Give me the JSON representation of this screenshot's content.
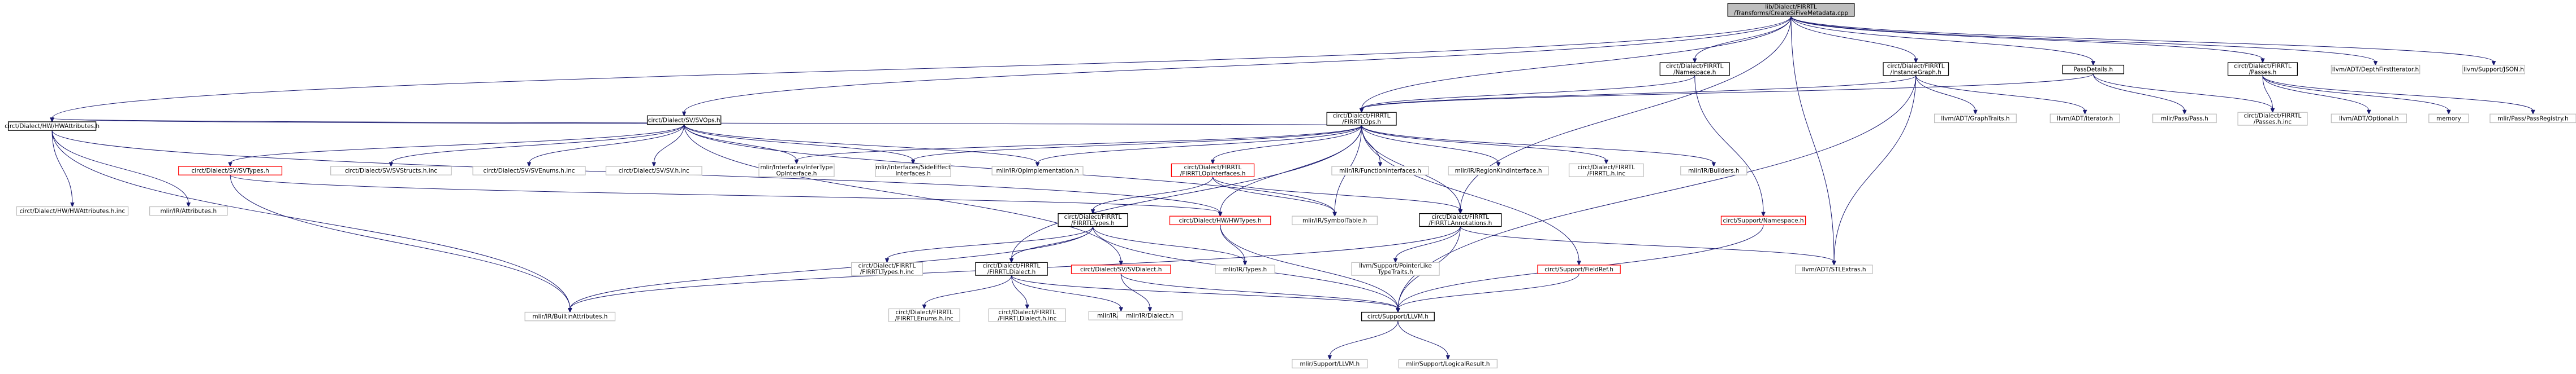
{
  "nodes": [
    {
      "id": "main",
      "lines": [
        "lib/Dialect/FIRRTL",
        "/Transforms/CreateSiFiveMetadata.cpp"
      ],
      "style": "main"
    },
    {
      "id": "hwattr",
      "lines": [
        "circt/Dialect/HW/HWAttributes.h"
      ],
      "style": "file"
    },
    {
      "id": "svops",
      "lines": [
        "circt/Dialect/SV/SVOps.h"
      ],
      "style": "file"
    },
    {
      "id": "namespace",
      "lines": [
        "circt/Dialect/FIRRTL",
        "/Namespace.h"
      ],
      "style": "file"
    },
    {
      "id": "instgraph",
      "lines": [
        "circt/Dialect/FIRRTL",
        "/InstanceGraph.h"
      ],
      "style": "file"
    },
    {
      "id": "passdetails",
      "lines": [
        "PassDetails.h"
      ],
      "style": "file"
    },
    {
      "id": "passes",
      "lines": [
        "circt/Dialect/FIRRTL",
        "/Passes.h"
      ],
      "style": "file"
    },
    {
      "id": "dfsiter",
      "lines": [
        "llvm/ADT/DepthFirstIterator.h"
      ],
      "style": "ext"
    },
    {
      "id": "json",
      "lines": [
        "llvm/Support/JSON.h"
      ],
      "style": "ext"
    },
    {
      "id": "firrtlops",
      "lines": [
        "circt/Dialect/FIRRTL",
        "/FIRRTLOps.h"
      ],
      "style": "file"
    },
    {
      "id": "svtypes",
      "lines": [
        "circt/Dialect/SV/SVTypes.h"
      ],
      "style": "missing"
    },
    {
      "id": "svstructs",
      "lines": [
        "circt/Dialect/SV/SVStructs.h.inc"
      ],
      "style": "ext"
    },
    {
      "id": "svenums",
      "lines": [
        "circt/Dialect/SV/SVEnums.h.inc"
      ],
      "style": "ext"
    },
    {
      "id": "svhinc",
      "lines": [
        "circt/Dialect/SV/SV.h.inc"
      ],
      "style": "ext"
    },
    {
      "id": "infertype",
      "lines": [
        "mlir/Interfaces/InferType",
        "OpInterface.h"
      ],
      "style": "ext"
    },
    {
      "id": "sideeffect",
      "lines": [
        "mlir/Interfaces/SideEffect",
        "Interfaces.h"
      ],
      "style": "ext"
    },
    {
      "id": "opimpl",
      "lines": [
        "mlir/IR/OpImplementation.h"
      ],
      "style": "ext"
    },
    {
      "id": "firrtlopif",
      "lines": [
        "circt/Dialect/FIRRTL",
        "/FIRRTLOpInterfaces.h"
      ],
      "style": "missing"
    },
    {
      "id": "funcif",
      "lines": [
        "mlir/IR/FunctionInterfaces.h"
      ],
      "style": "ext"
    },
    {
      "id": "regionkind",
      "lines": [
        "mlir/IR/RegionKindInterface.h"
      ],
      "style": "ext"
    },
    {
      "id": "firrtlhinc",
      "lines": [
        "circt/Dialect/FIRRTL",
        "/FIRRTL.h.inc"
      ],
      "style": "ext"
    },
    {
      "id": "builders",
      "lines": [
        "mlir/IR/Builders.h"
      ],
      "style": "ext"
    },
    {
      "id": "graphtraits",
      "lines": [
        "llvm/ADT/GraphTraits.h"
      ],
      "style": "ext"
    },
    {
      "id": "iterator",
      "lines": [
        "llvm/ADT/iterator.h"
      ],
      "style": "ext"
    },
    {
      "id": "mlirpass",
      "lines": [
        "mlir/Pass/Pass.h"
      ],
      "style": "ext"
    },
    {
      "id": "passeshinc",
      "lines": [
        "circt/Dialect/FIRRTL",
        "/Passes.h.inc"
      ],
      "style": "ext"
    },
    {
      "id": "optional",
      "lines": [
        "llvm/ADT/Optional.h"
      ],
      "style": "ext"
    },
    {
      "id": "memory",
      "lines": [
        "memory"
      ],
      "style": "ext"
    },
    {
      "id": "passreg",
      "lines": [
        "mlir/Pass/PassRegistry.h"
      ],
      "style": "ext"
    },
    {
      "id": "hwattrinc",
      "lines": [
        "circt/Dialect/HW/HWAttributes.h.inc"
      ],
      "style": "ext"
    },
    {
      "id": "mlirattrs",
      "lines": [
        "mlir/IR/Attributes.h"
      ],
      "style": "ext"
    },
    {
      "id": "firrtltypes",
      "lines": [
        "circt/Dialect/FIRRTL",
        "/FIRRTLTypes.h"
      ],
      "style": "file"
    },
    {
      "id": "hwtypes",
      "lines": [
        "circt/Dialect/HW/HWTypes.h"
      ],
      "style": "missing"
    },
    {
      "id": "symtable",
      "lines": [
        "mlir/IR/SymbolTable.h"
      ],
      "style": "ext"
    },
    {
      "id": "annotations",
      "lines": [
        "circt/Dialect/FIRRTL",
        "/FIRRTLAnnotations.h"
      ],
      "style": "file"
    },
    {
      "id": "supportns",
      "lines": [
        "circt/Support/Namespace.h"
      ],
      "style": "missing"
    },
    {
      "id": "typeshinc",
      "lines": [
        "circt/Dialect/FIRRTL",
        "/FIRRTLTypes.h.inc"
      ],
      "style": "ext"
    },
    {
      "id": "firrtldialect",
      "lines": [
        "circt/Dialect/FIRRTL",
        "/FIRRTLDialect.h"
      ],
      "style": "file"
    },
    {
      "id": "svdialect",
      "lines": [
        "circt/Dialect/SV/SVDialect.h"
      ],
      "style": "missing"
    },
    {
      "id": "mlirtypes",
      "lines": [
        "mlir/IR/Types.h"
      ],
      "style": "ext"
    },
    {
      "id": "ptrlike",
      "lines": [
        "llvm/Support/PointerLike",
        "TypeTraits.h"
      ],
      "style": "ext"
    },
    {
      "id": "fieldref",
      "lines": [
        "circt/Support/FieldRef.h"
      ],
      "style": "missing"
    },
    {
      "id": "stlextras",
      "lines": [
        "llvm/ADT/STLExtras.h"
      ],
      "style": "ext"
    },
    {
      "id": "builtinattrs",
      "lines": [
        "mlir/IR/BuiltinAttributes.h"
      ],
      "style": "ext"
    },
    {
      "id": "enumshinc",
      "lines": [
        "circt/Dialect/FIRRTL",
        "/FIRRTLEnums.h.inc"
      ],
      "style": "ext"
    },
    {
      "id": "dialecthinc",
      "lines": [
        "circt/Dialect/FIRRTL",
        "/FIRRTLDialect.h.inc"
      ],
      "style": "ext"
    },
    {
      "id": "mlirdialect",
      "lines": [
        "mlir/IR/Dialect.h"
      ],
      "style": "ext"
    },
    {
      "id": "mlirdialect2",
      "lines": [
        "mlir/IR/Dialect.h"
      ],
      "style": "ext"
    },
    {
      "id": "circtllvm",
      "lines": [
        "circt/Support/LLVM.h"
      ],
      "style": "file"
    },
    {
      "id": "llvmsupport",
      "lines": [
        "mlir/Support/LLVM.h"
      ],
      "style": "ext"
    },
    {
      "id": "logicalresult",
      "lines": [
        "mlir/Support/LogicalResult.h"
      ],
      "style": "ext"
    }
  ]
}
